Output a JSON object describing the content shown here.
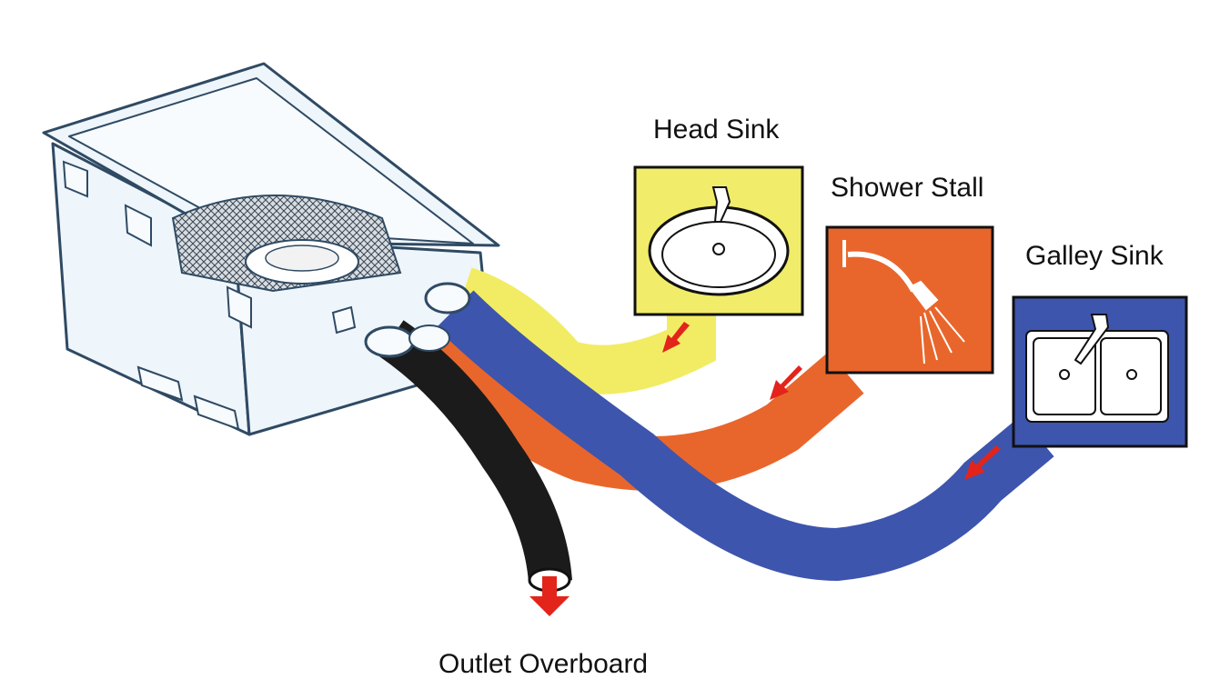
{
  "labels": {
    "head_sink": "Head Sink",
    "shower_stall": "Shower Stall",
    "galley_sink": "Galley Sink",
    "outlet": "Outlet Overboard"
  },
  "colors": {
    "head_hose": "#f2ec64",
    "shower_hose": "#e8662c",
    "galley_hose": "#3d55ad",
    "outlet_hose": "#1b1b1b",
    "flow_arrow": "#e3241b",
    "box_fill": "#eef5fb",
    "box_line": "#2f4a63",
    "head_panel": "#f1ec6a",
    "shower_panel": "#e8662c",
    "galley_panel": "#3d55ad",
    "outline": "#111111"
  },
  "icons": [
    "sink-icon",
    "shower-head-icon",
    "double-sink-icon",
    "flow-arrow-icon",
    "sump-box-icon"
  ]
}
